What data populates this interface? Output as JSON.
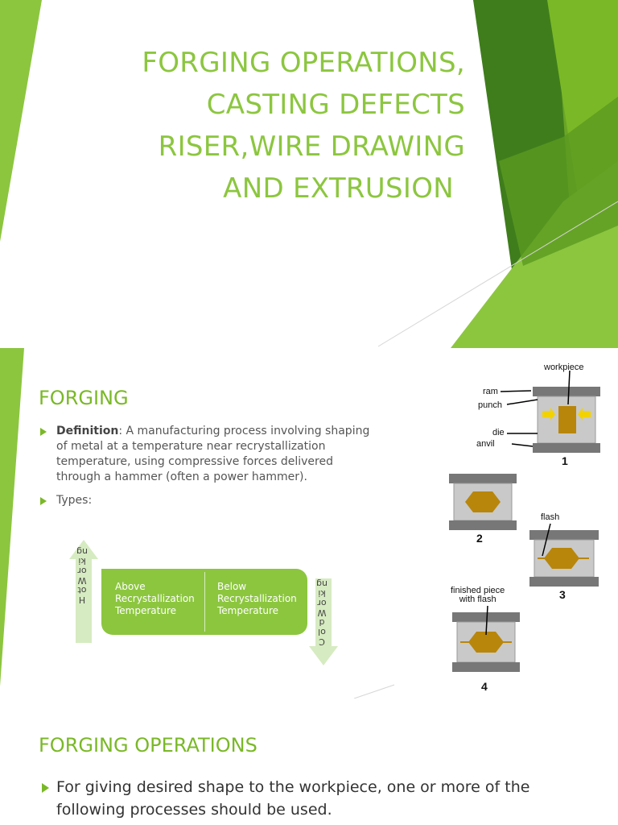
{
  "slide1": {
    "title_lines": [
      "FORGING OPERATIONS,",
      "CASTING DEFECTS",
      "RISER,WIRE DRAWING",
      "AND EXTRUSION"
    ],
    "colors": {
      "accent": "#8cc63f",
      "dark_green": "#3f7d1c",
      "mid_green": "#6aa526"
    }
  },
  "slide2": {
    "title": "FORGING",
    "definition_label": "Definition",
    "definition_text": ": A manufacturing process involving shaping of metal  at a temperature near recrystallization temperature, using compressive forces delivered through a hammer (often a power hammer).",
    "types_label": "Types:",
    "types": [
      {
        "label": "Above\nRecrystallization\nTemperature"
      },
      {
        "label": "Below\nRecrystallization\nTemperature"
      }
    ],
    "hot_arrow_text": "H\not\nW\nor\nki\nng",
    "cold_arrow_text": "C\nol\nd\nW\nor\nki\nng",
    "diagram": {
      "labels": {
        "workpiece": "workpiece",
        "ram": "ram",
        "punch": "punch",
        "die": "die",
        "anvil": "anvil",
        "flash": "flash",
        "finished": "finished piece\nwith flash"
      },
      "steps": [
        "1",
        "2",
        "3",
        "4"
      ]
    }
  },
  "slide3": {
    "title": "FORGING OPERATIONS",
    "bullet": "For giving desired shape to the workpiece, one or more of the following processes should be used."
  }
}
